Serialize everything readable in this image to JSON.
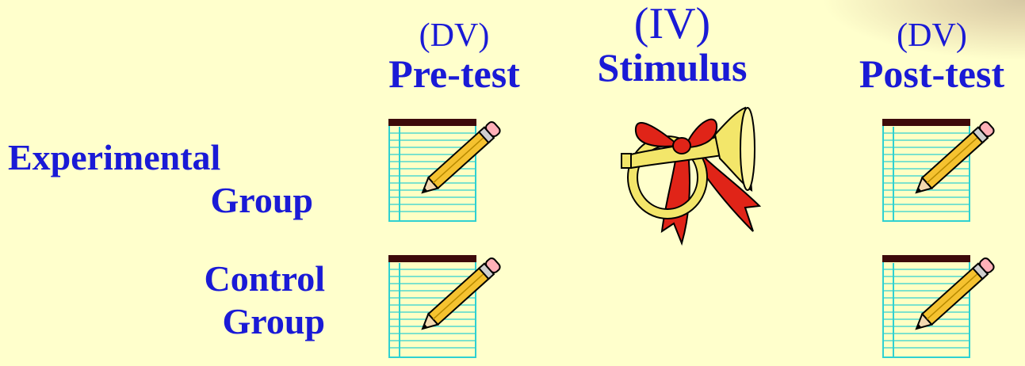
{
  "columns": [
    {
      "var": "(DV)",
      "name": "Pre-test"
    },
    {
      "var": "(IV)",
      "name": "Stimulus"
    },
    {
      "var": "(DV)",
      "name": "Post-test"
    }
  ],
  "rows": [
    {
      "line1": "Experimental",
      "line2": "Group"
    },
    {
      "line1": "Control",
      "line2": "Group"
    }
  ],
  "icons": {
    "test": "notepad-with-pencil-icon",
    "stimulus": "horn-with-ribbon-icon"
  },
  "colors": {
    "background": "#ffffcc",
    "text": "#1a1ad6",
    "ribbon": "#e02418",
    "horn": "#f3e66a",
    "pencil": "#f5c230",
    "paper_edge": "#2fd1d1"
  }
}
